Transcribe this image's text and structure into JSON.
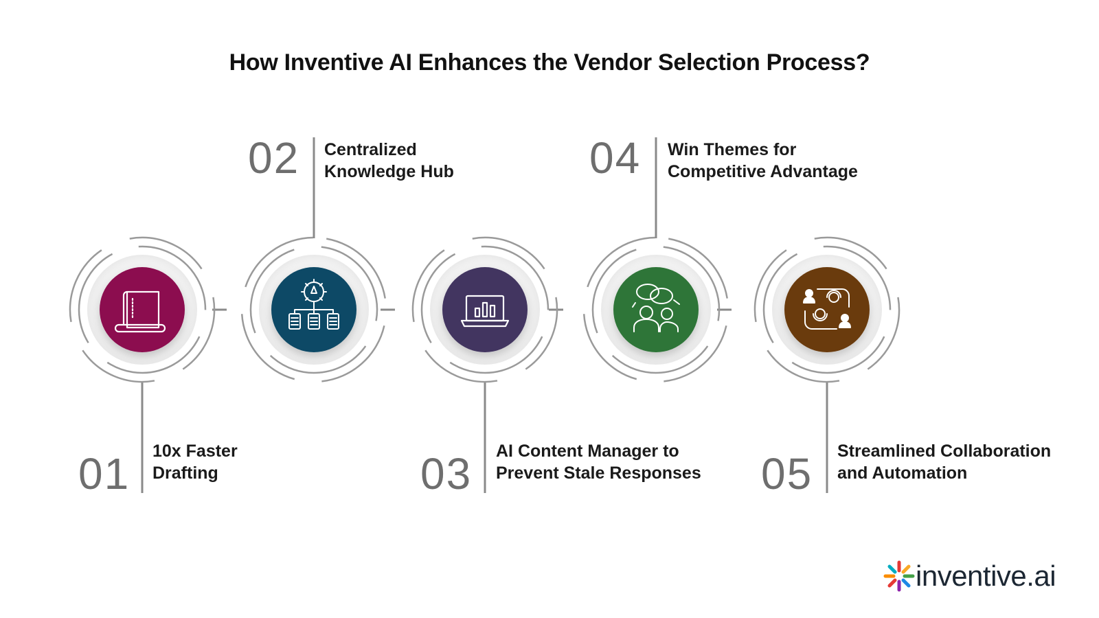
{
  "title": "How Inventive AI Enhances the Vendor Selection Process?",
  "steps": [
    {
      "number": "01",
      "label": "10x Faster\nDrafting",
      "color": "#8c1150",
      "icon": "scroll-icon"
    },
    {
      "number": "02",
      "label": "Centralized\nKnowledge Hub",
      "color": "#0e4a66",
      "icon": "knowledge-gear-icon"
    },
    {
      "number": "03",
      "label": "AI Content Manager to\nPrevent Stale Responses",
      "color": "#433561",
      "icon": "laptop-chart-icon"
    },
    {
      "number": "04",
      "label": "Win Themes for\nCompetitive Advantage",
      "color": "#2f7438",
      "icon": "discussion-icon"
    },
    {
      "number": "05",
      "label": "Streamlined Collaboration\nand Automation",
      "color": "#6a3a0a",
      "icon": "collaboration-icon"
    }
  ],
  "logo": {
    "text": "inventive.ai",
    "icon": "logo-burst-icon"
  }
}
